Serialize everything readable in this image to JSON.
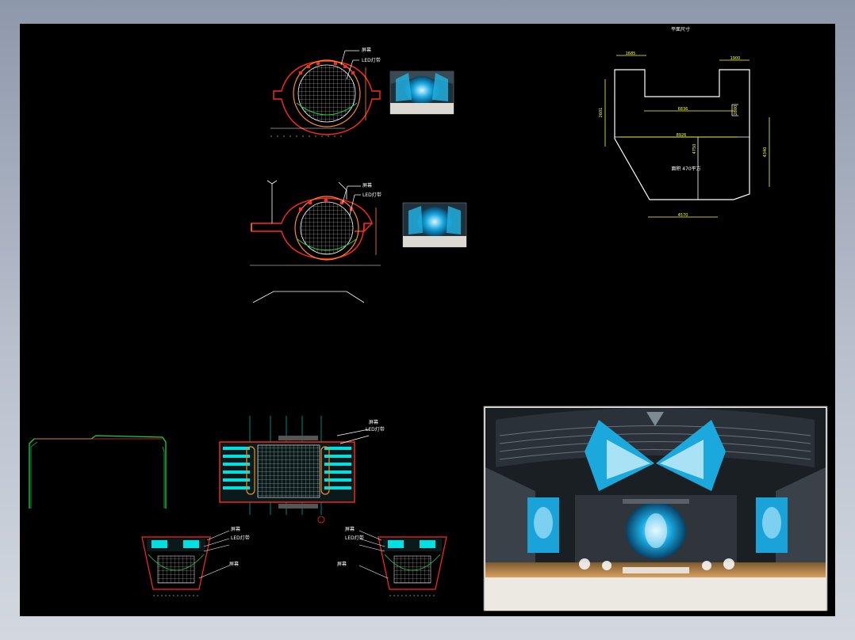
{
  "drawing": {
    "plan_title": "平面尺寸",
    "plan_area_label": "面积 470平方",
    "dimensions": {
      "top_left": "1685",
      "top_right": "1900",
      "left_height": "2601",
      "inner_width": "6836",
      "notch": "2800",
      "mid_width": "8926",
      "center_height": "4750",
      "right_height": "4340",
      "bottom_width": "4570"
    },
    "callouts": {
      "screen": "屏幕",
      "led": "LED灯带"
    },
    "colors": {
      "red": "#ff2a1f",
      "cyan": "#00e0e0",
      "yellow": "#ffff2a",
      "white": "#ffffff",
      "green": "#20d040",
      "orange": "#ff8a1a"
    }
  }
}
